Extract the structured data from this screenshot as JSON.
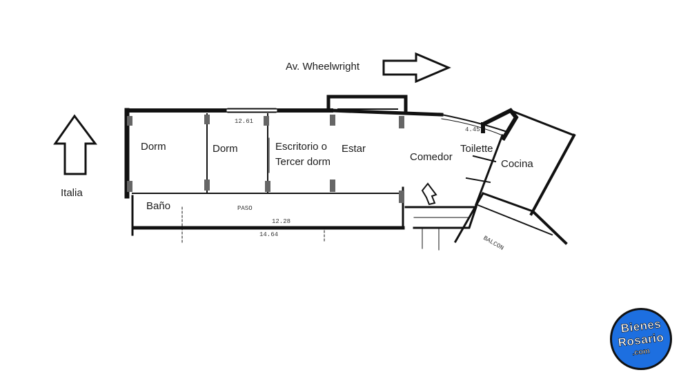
{
  "street_top": "Av. Wheelwright",
  "street_left": "Italia",
  "rooms": {
    "dorm_1": "Dorm",
    "dorm_2": "Dorm",
    "estudio_line1": "Escritorio o",
    "estudio_line2": "Tercer dorm",
    "estar": "Estar",
    "comedor": "Comedor",
    "toilette": "Toilette",
    "cocina": "Cocina",
    "bano": "Baño"
  },
  "plan_annotations": {
    "width_top": "12.61",
    "width_bottom_inner": "12.28",
    "width_bottom_outer": "14.64",
    "paso": "PASO",
    "balcon": "BALCON",
    "side_measure": "4.45"
  },
  "logo": {
    "line1": "Bienes",
    "line2": "Rosario",
    "line3": ".com"
  },
  "colors": {
    "logo_blue": "#1d6fe0",
    "wall": "#111111"
  }
}
